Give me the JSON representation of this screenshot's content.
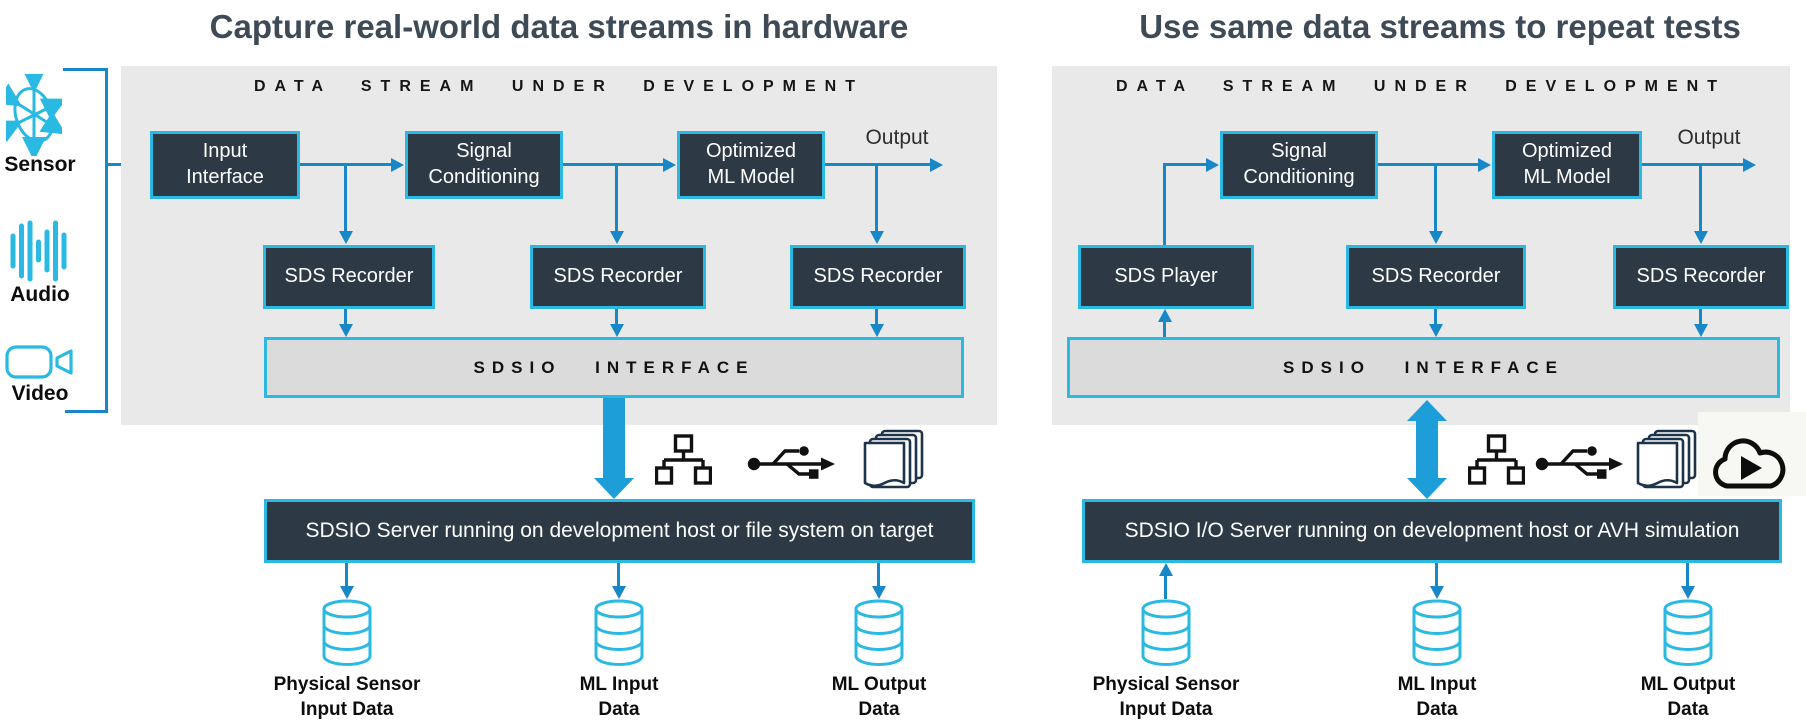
{
  "left": {
    "title": "Capture real-world data streams in hardware",
    "panel_header": "DATA STREAM UNDER DEVELOPMENT",
    "input_interface": "Input Interface",
    "signal_conditioning": "Signal Conditioning",
    "optimized_ml_model": "Optimized ML Model",
    "output_label": "Output",
    "recorders": [
      "SDS Recorder",
      "SDS Recorder",
      "SDS Recorder"
    ],
    "sdsio_interface": "SDSIO INTERFACE",
    "server": "SDSIO Server running on development host or file system on target",
    "db_labels": [
      [
        "Physical Sensor",
        "Input Data"
      ],
      [
        "ML Input",
        "Data"
      ],
      [
        "ML Output",
        "Data"
      ]
    ]
  },
  "right": {
    "title": "Use same data streams to repeat tests",
    "panel_header": "DATA STREAM UNDER DEVELOPMENT",
    "sds_player": "SDS Player",
    "signal_conditioning": "Signal Conditioning",
    "optimized_ml_model": "Optimized ML Model",
    "output_label": "Output",
    "recorders": [
      "SDS Recorder",
      "SDS Recorder"
    ],
    "sdsio_interface": "SDSIO INTERFACE",
    "server": "SDSIO I/O Server running on development host or AVH simulation",
    "db_labels": [
      [
        "Physical Sensor",
        "Input Data"
      ],
      [
        "ML Input",
        "Data"
      ],
      [
        "ML Output",
        "Data"
      ]
    ]
  },
  "sources": {
    "sensor": "Sensor",
    "audio": "Audio",
    "video": "Video"
  },
  "icons": {
    "sensor": "gyroscope-motion-icon",
    "audio": "audio-waveform-icon",
    "video": "video-camera-icon",
    "left_transport": [
      "ethernet-network-icon",
      "usb-icon",
      "file-stack-icon"
    ],
    "right_transport": [
      "ethernet-network-icon",
      "usb-icon",
      "file-stack-icon",
      "cloud-play-icon"
    ],
    "storage": "database-cylinder-icon"
  },
  "colors": {
    "accent_cyan": "#29b9e2",
    "connector_blue": "#1787c8",
    "thick_arrow_blue": "#1e9ed8",
    "box_dark": "#2d3944",
    "panel_gray": "#e9e9e9",
    "sdsio_bar_gray": "#dbdbdb",
    "title_text": "#3e4b57"
  }
}
